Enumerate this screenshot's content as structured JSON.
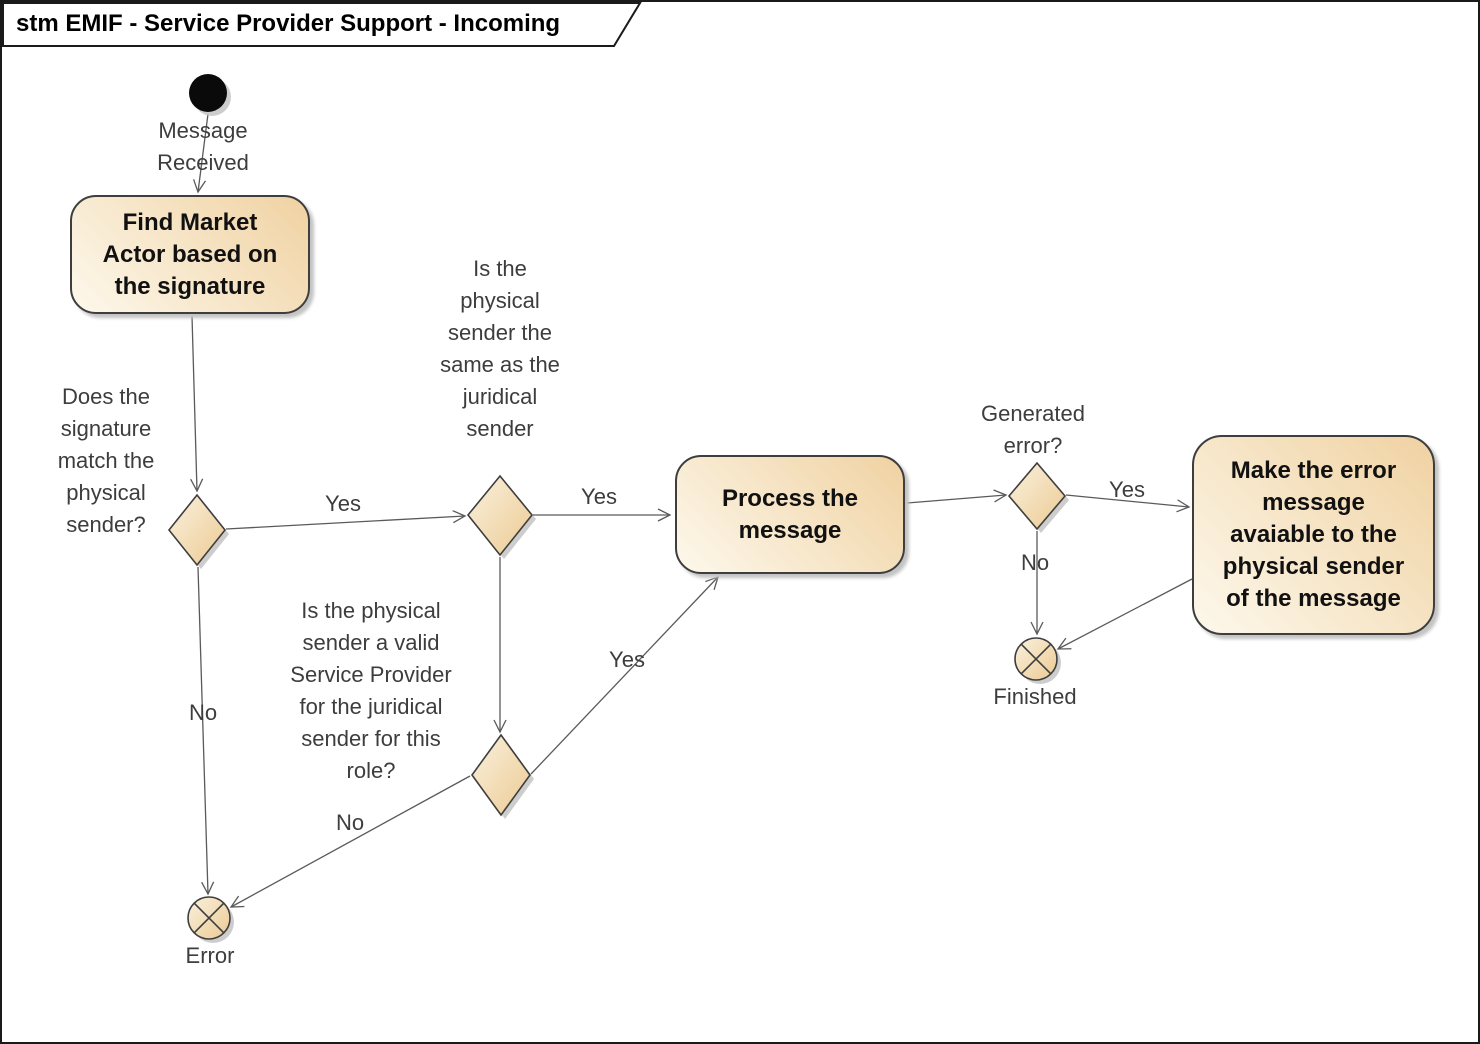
{
  "frame": {
    "title": "stm EMIF - Service Provider Support - Incoming"
  },
  "start": {
    "label": "Message\nReceived"
  },
  "actions": {
    "find_market_actor": "Find Market\nActor based on\nthe signature",
    "process_message": "Process the\nmessage",
    "make_error_available": "Make the error\nmessage\navaiable to the\nphysical sender\nof the message"
  },
  "decisions": {
    "signature_match": "Does the\nsignature\nmatch the\nphysical\nsender?",
    "same_sender": "Is the\nphysical\nsender the\nsame as the\njuridical\nsender",
    "valid_service_provider": "Is the physical\nsender a valid\nService Provider\nfor the juridical\nsender for this\nrole?",
    "generated_error": "Generated\nerror?"
  },
  "finals": {
    "error": "Error",
    "finished": "Finished"
  },
  "edge_labels": {
    "signature_yes": "Yes",
    "signature_no": "No",
    "same_yes": "Yes",
    "valid_yes": "Yes",
    "valid_no": "No",
    "generated_yes": "Yes",
    "generated_no": "No"
  },
  "colors": {
    "fill_light": "#fdf8ec",
    "fill_dark": "#f0d2a2",
    "diamond_light": "#faf1de",
    "diamond_dark": "#ecca92",
    "shape_border": "#3e3e3e",
    "connector": "#5a5a5a",
    "shadow": "#c4c4c4",
    "frame_border": "#1a1a1a"
  }
}
